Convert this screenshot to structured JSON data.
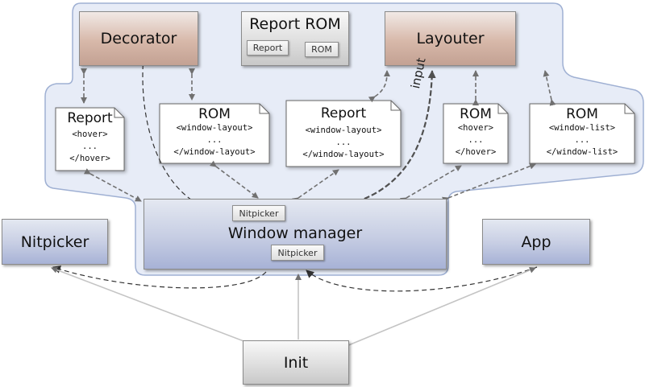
{
  "components": {
    "decorator": "Decorator",
    "report_rom": "Report ROM",
    "report_rom_report": "Report",
    "report_rom_rom": "ROM",
    "layouter": "Layouter",
    "window_manager": "Window manager",
    "wm_nitpicker_upper": "Nitpicker",
    "wm_nitpicker_lower": "Nitpicker",
    "nitpicker": "Nitpicker",
    "app": "App",
    "init": "Init"
  },
  "documents": {
    "report_hover": {
      "title": "Report",
      "lines": [
        "<hover>",
        "...",
        "</hover>"
      ]
    },
    "rom_window_layout": {
      "title": "ROM",
      "lines": [
        "<window-layout>",
        "...",
        "</window-layout>"
      ]
    },
    "report_window_layout": {
      "title": "Report",
      "lines": [
        "<window-layout>",
        "...",
        "</window-layout>"
      ]
    },
    "rom_hover": {
      "title": "ROM",
      "lines": [
        "<hover>",
        "...",
        "</hover>"
      ]
    },
    "rom_window_list": {
      "title": "ROM",
      "lines": [
        "<window-list>",
        "...",
        "</window-list>"
      ]
    }
  },
  "labels": {
    "input": "input"
  },
  "colors": {
    "cloud_fill": "#e7ecf7",
    "cloud_border": "#9fb0d3",
    "copper": "#c9a99b",
    "blue": "#b3bddb",
    "grey": "#d4d4d4",
    "arrow": "#707070",
    "input_arrow": "#505050"
  }
}
